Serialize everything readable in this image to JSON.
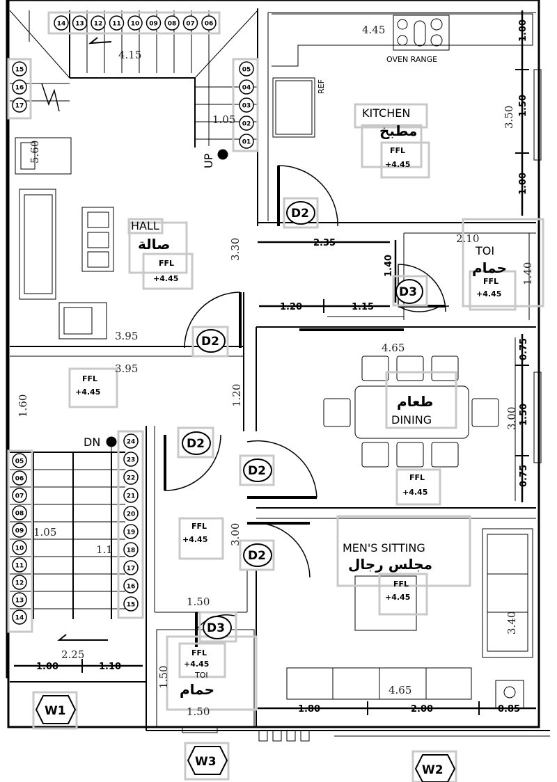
{
  "rooms": {
    "kitchen": {
      "en": "KITCHEN",
      "ar": "مطبخ",
      "ffl": "FFL",
      "level": "+4.45"
    },
    "hall": {
      "en": "HALL",
      "ar": "صالة",
      "ffl": "FFL",
      "level": "+4.45"
    },
    "toi_upper": {
      "en": "TOI",
      "ar": "حمام",
      "ffl": "FFL",
      "level": "+4.45"
    },
    "dining": {
      "en": "DINING",
      "ar": "طعام",
      "ffl": "FFL",
      "level": "+4.45"
    },
    "men_sitting": {
      "en": "MEN'S SITTING",
      "ar": "مجلس رجال",
      "ffl": "FFL",
      "level": "+4.45"
    },
    "toi_lower": {
      "en": "TOI",
      "ar": "حمام",
      "ffl": "FFL",
      "level": "+4.45"
    },
    "corridor": {
      "ffl": "FFL",
      "level": "+4.45"
    },
    "lobby": {
      "ffl": "FFL",
      "level": "+4.45"
    }
  },
  "labels": {
    "oven_range": "OVEN RANGE",
    "ref": "REF",
    "up": "UP",
    "dn": "DN"
  },
  "doors": {
    "d2": "D2",
    "d3": "D3"
  },
  "windows": {
    "w1": "W1",
    "w2": "W2",
    "w3": "W3"
  },
  "dims": {
    "kitchen_w": "4.45",
    "stair_w": "4.15",
    "stair_mid": "1.05",
    "kitchen_h": "3.50",
    "k1": "1.00",
    "k2": "1.50",
    "k3": "1.00",
    "hall_h": "5.60",
    "hall_w": "3.95",
    "hall_w2": "3.95",
    "hall_h2": "3.30",
    "toi_w": "2.10",
    "toi_h": "1.40",
    "toi_h2": "1.40",
    "d_235": "2.35",
    "d_120": "1.20",
    "d_115": "1.15",
    "dining_w": "4.65",
    "dining_h": "3.00",
    "di1": "0.75",
    "di2": "1.50",
    "di3": "0.75",
    "corr_h": "1.60",
    "corr_h2": "1.20",
    "lobby_h": "3.00",
    "lobby_w": "1.50",
    "stair2_a": "1.05",
    "stair2_b": "1.1",
    "stair2_w": "2.25",
    "s_100": "1.00",
    "s_110": "1.10",
    "toi2_h": "1.50",
    "toi2_w": "1.50",
    "men_h": "3.40",
    "men_w": "4.65",
    "m_180": "1.80",
    "m_200": "2.00",
    "m_085": "0.85"
  },
  "stairs_upper_top": [
    "14",
    "13",
    "12",
    "11",
    "10",
    "09",
    "08",
    "07",
    "06"
  ],
  "stairs_upper_left": [
    "15",
    "16",
    "17"
  ],
  "stairs_upper_right": [
    "05",
    "04",
    "03",
    "02",
    "01"
  ],
  "stairs_lower_left": [
    "05",
    "06",
    "07",
    "08",
    "09",
    "10",
    "11",
    "12",
    "13",
    "14"
  ],
  "stairs_lower_right": [
    "24",
    "23",
    "22",
    "21",
    "20",
    "19",
    "18",
    "17",
    "16",
    "15"
  ]
}
